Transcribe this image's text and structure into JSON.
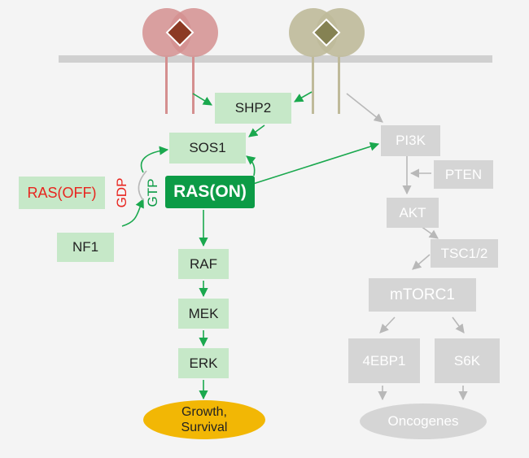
{
  "colors": {
    "background": "#f4f4f4",
    "ras_pathway_box": "#c6e8c8",
    "ras_on": "#0c9b46",
    "ras_off_text": "#e8241e",
    "gdp_text": "#e8241e",
    "gtp_text": "#0c9b46",
    "pi3k_pathway_box": "#d5d5d5",
    "arrow_green": "#1aa84e",
    "arrow_gray": "#b8b8b8",
    "growth_ellipse": "#f2b705",
    "oncogenes_ellipse": "#d5d5d5",
    "receptor_left": "#d48f8f",
    "receptor_left_ligand": "#8c3a24",
    "receptor_right": "#bfba9a",
    "receptor_right_ligand": "#858253",
    "membrane": "#d0d0d0"
  },
  "nodes": {
    "shp2": "SHP2",
    "sos1": "SOS1",
    "ras_off": "RAS(OFF)",
    "gdp": "GDP",
    "gtp": "GTP",
    "ras_on": "RAS(ON)",
    "nf1": "NF1",
    "raf": "RAF",
    "mek": "MEK",
    "erk": "ERK",
    "growth": "Growth,\nSurvival",
    "pi3k": "PI3K",
    "pten": "PTEN",
    "akt": "AKT",
    "tsc": "TSC1/2",
    "mtorc1": "mTORC1",
    "ebp1": "4EBP1",
    "s6k": "S6K",
    "oncogenes": "Oncogenes"
  }
}
